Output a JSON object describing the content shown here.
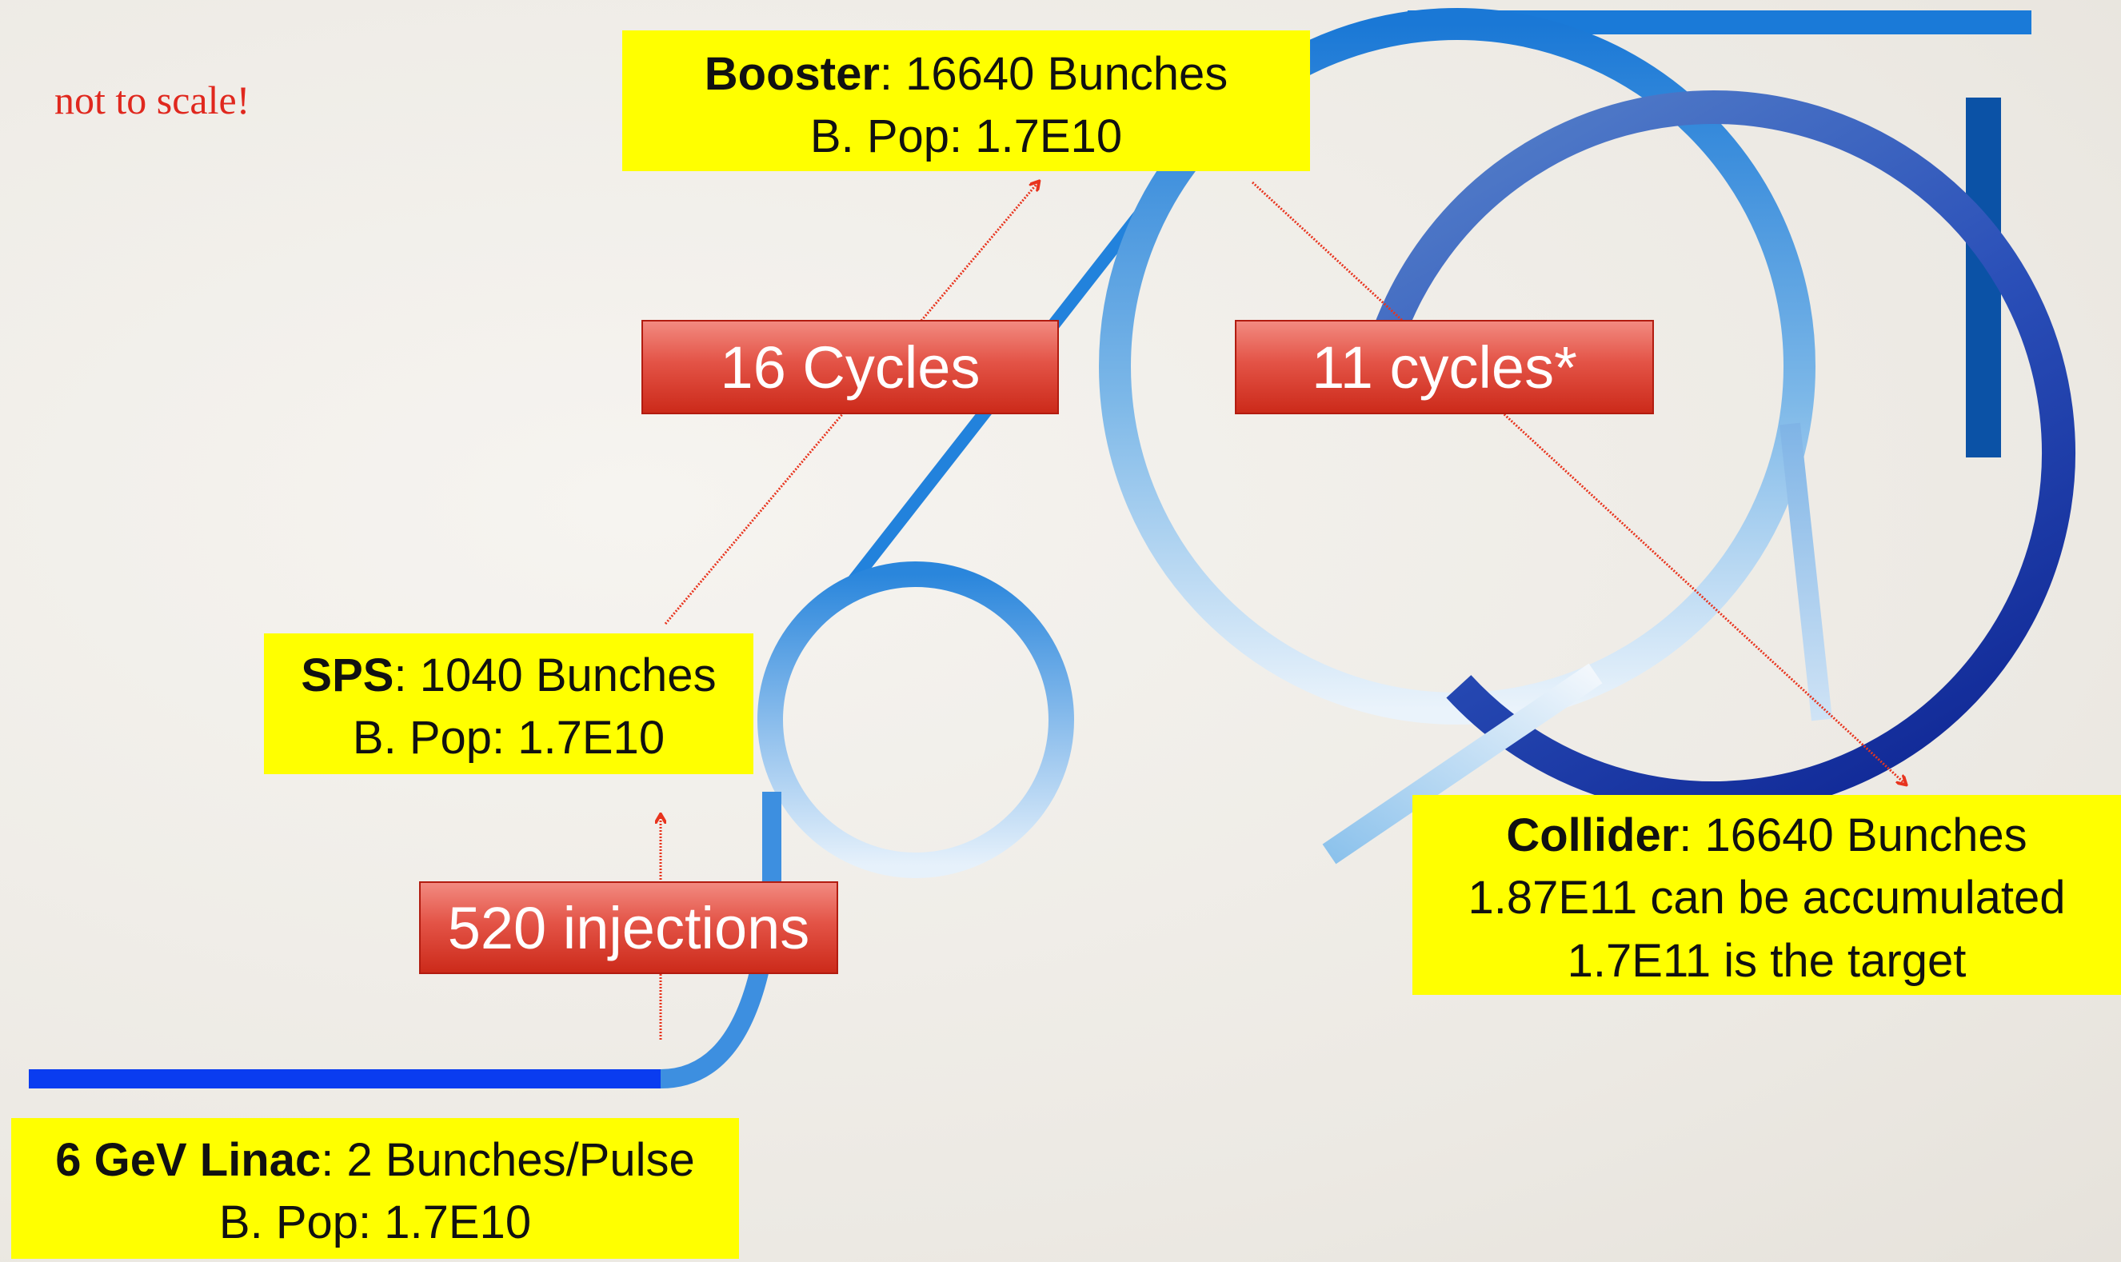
{
  "note": "not to scale!",
  "booster": {
    "name": "Booster",
    "bunches": ": 16640 Bunches",
    "pop": "B. Pop: 1.7E10"
  },
  "sps": {
    "name": "SPS",
    "bunches": ": 1040 Bunches",
    "pop": "B. Pop: 1.7E10"
  },
  "linac": {
    "name": "6 GeV Linac",
    "bunches": ": 2 Bunches/Pulse",
    "pop": "B. Pop: 1.7E10"
  },
  "collider": {
    "name": "Collider",
    "bunches": ": 16640 Bunches",
    "line2": "1.87E11 can be accumulated",
    "line3": "1.7E11 is the target"
  },
  "labels": {
    "cycles16": "16 Cycles",
    "cycles11": "11 cycles*",
    "injections": "520 injections"
  },
  "colors": {
    "yellow": "#ffff00",
    "red_arrow": "#e8341e",
    "linac_blue": "#0a3cf0",
    "booster_blue": "#1a7ad8",
    "collider_blue": "#0a2a9a"
  }
}
